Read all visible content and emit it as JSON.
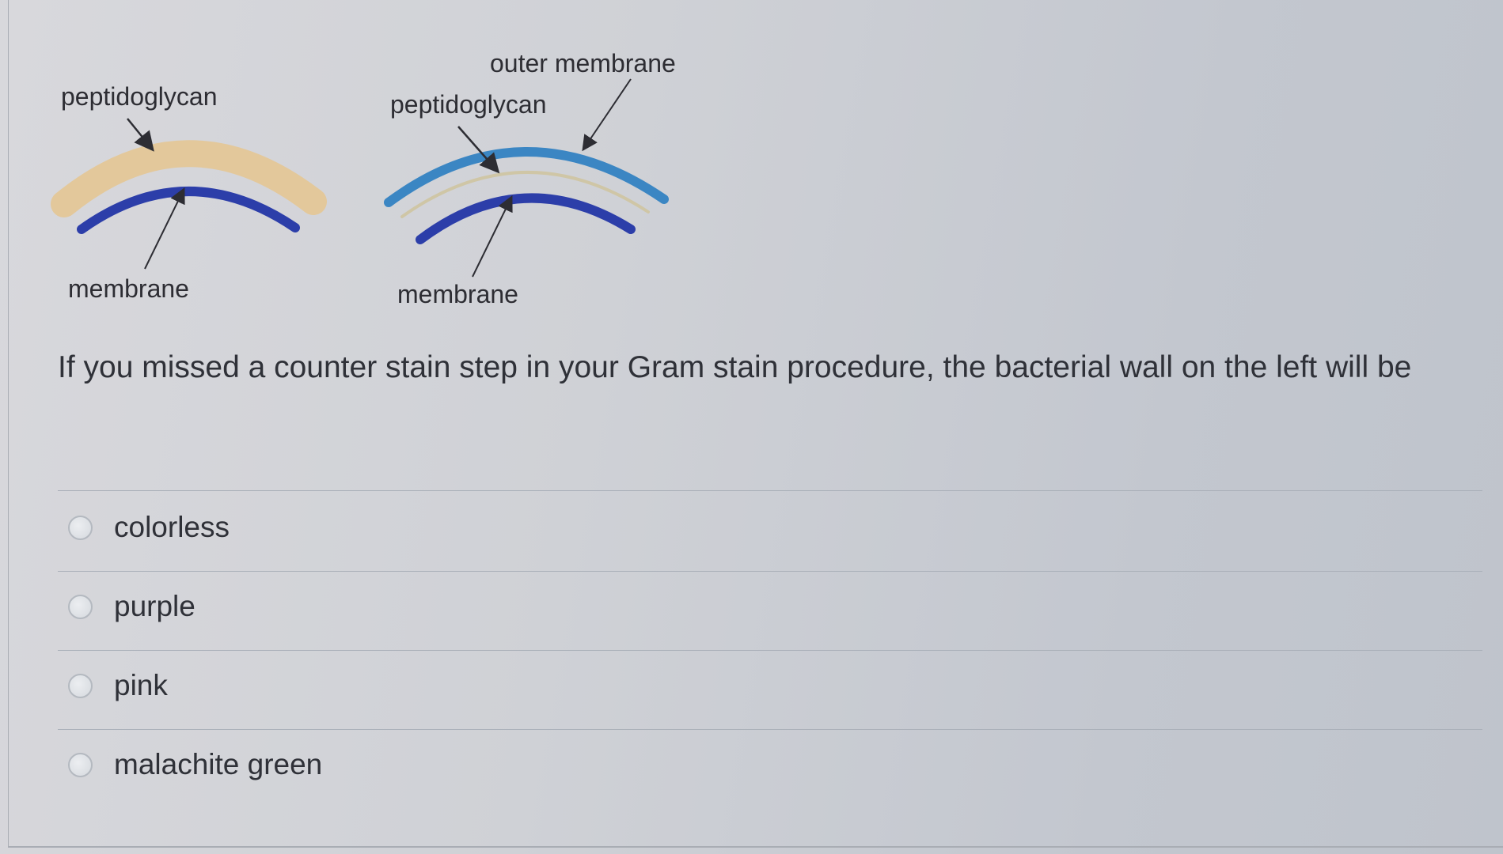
{
  "diagram": {
    "left": {
      "peptidoglycan_label": "peptidoglycan",
      "membrane_label": "membrane"
    },
    "right": {
      "outer_membrane_label": "outer membrane",
      "peptidoglycan_label": "peptidoglycan",
      "membrane_label": "membrane"
    },
    "colors": {
      "peptidoglycan_thick": "#e3c89b",
      "membrane": "#2c3ea9",
      "outer_membrane": "#3b86c3",
      "peptidoglycan_thin": "#cfc6a6"
    }
  },
  "question": {
    "text": "If you missed a counter stain step in your Gram stain procedure, the bacterial wall on the left will be"
  },
  "options": [
    {
      "label": "colorless",
      "selected": false
    },
    {
      "label": "purple",
      "selected": false
    },
    {
      "label": "pink",
      "selected": false
    },
    {
      "label": "malachite green",
      "selected": false
    }
  ]
}
